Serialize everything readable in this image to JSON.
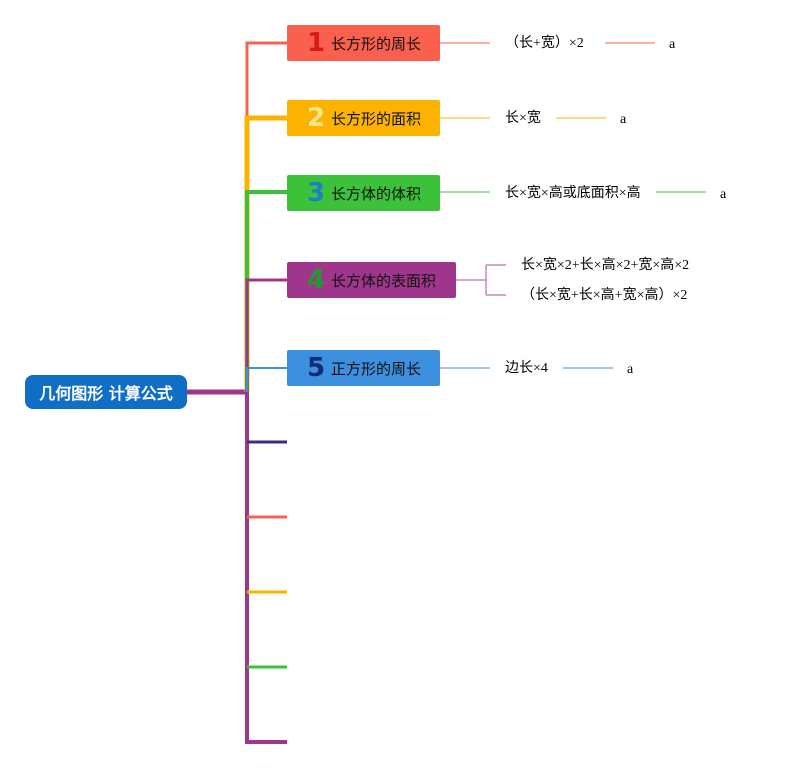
{
  "root": {
    "label": "几何图形 计算公式",
    "color": "#0f6fc6"
  },
  "topics": [
    {
      "number": "1",
      "label": "长方形的周长",
      "bg": "#f9604d",
      "numColor": "#d91a1a",
      "leaves": [
        {
          "text": "（长+宽）×2"
        }
      ],
      "tail": "a"
    },
    {
      "number": "2",
      "label": "长方形的面积",
      "bg": "#fcb300",
      "numColor": "#ffe58a",
      "leaves": [
        {
          "text": "长×宽"
        }
      ],
      "tail": "a"
    },
    {
      "number": "3",
      "label": "长方体的体积",
      "bg": "#3cc13b",
      "numColor": "#1f7ec8",
      "leaves": [
        {
          "text": "长×宽×高或底面积×高"
        }
      ],
      "tail": "a"
    },
    {
      "number": "4",
      "label": "长方体的表面积",
      "bg": "#a0368b",
      "numColor": "#1f9b30",
      "leaves": [
        {
          "text": "长×宽×2+长×高×2+宽×高×2"
        },
        {
          "text": "（长×宽+长×高+宽×高）×2"
        }
      ],
      "tail": ""
    },
    {
      "number": "5",
      "label": "正方形的周长",
      "bg": "#3d8fe0",
      "numColor": "#152a7a",
      "leaves": [
        {
          "text": "边长×4"
        }
      ],
      "tail": "a"
    }
  ],
  "empty_branch_colors": [
    "#3b2a86",
    "#f9604d",
    "#fcb300",
    "#3cc13b",
    "#a0368b"
  ]
}
